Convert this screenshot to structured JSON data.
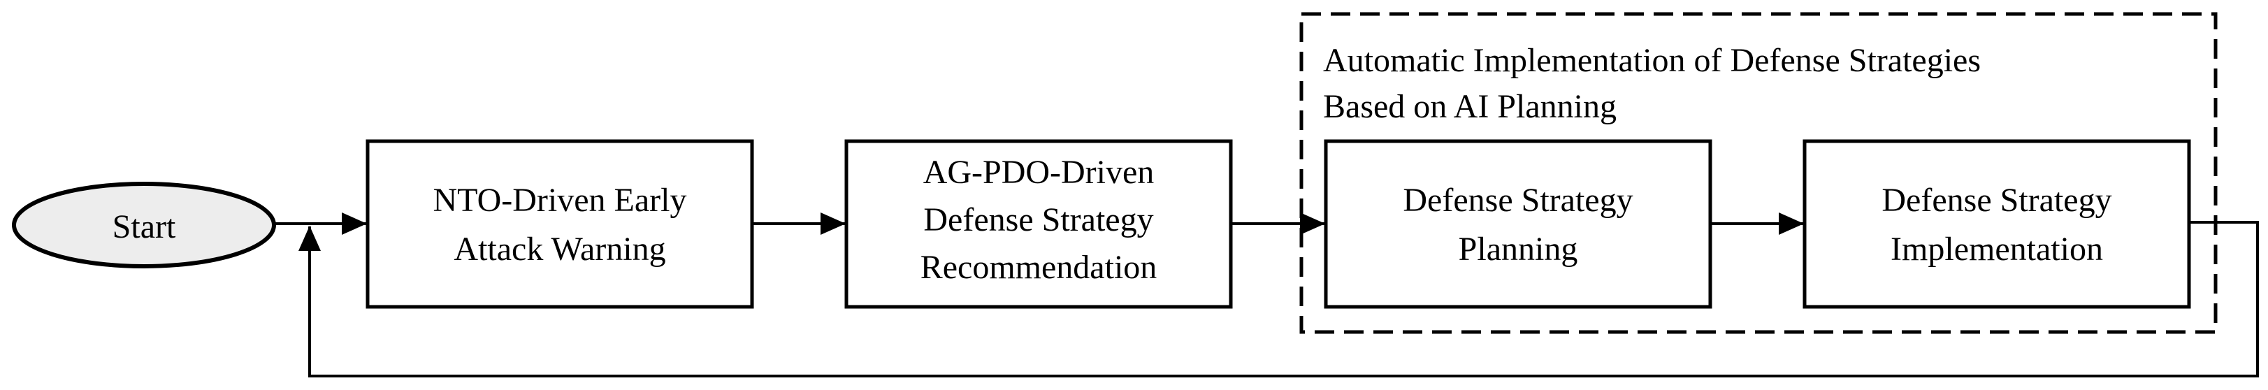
{
  "start": {
    "label": "Start",
    "fill": "#ededed"
  },
  "steps": [
    {
      "line1": "NTO-Driven Early",
      "line2": "Attack Warning"
    },
    {
      "line1": "AG-PDO-Driven",
      "line2": "Defense Strategy",
      "line3": "Recommendation"
    },
    {
      "line1": "Defense Strategy",
      "line2": "Planning"
    },
    {
      "line1": "Defense Strategy",
      "line2": "Implementation"
    }
  ],
  "group": {
    "title_line1": "Automatic Implementation of Defense Strategies",
    "title_line2": "Based on AI Planning"
  },
  "colors": {
    "stroke": "#000000",
    "background": "#ffffff"
  }
}
